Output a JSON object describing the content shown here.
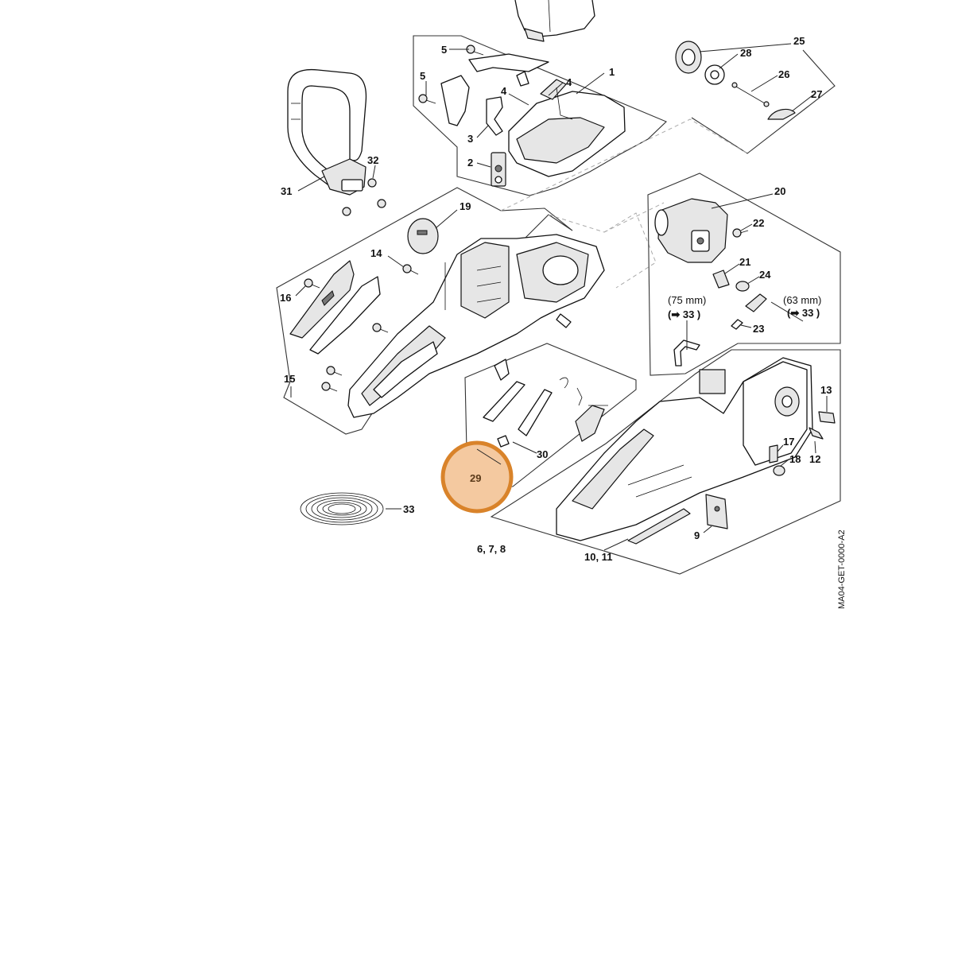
{
  "callouts": [
    {
      "id": "1",
      "text": "1"
    },
    {
      "id": "2",
      "text": "2"
    },
    {
      "id": "3",
      "text": "3"
    },
    {
      "id": "4a",
      "text": "4"
    },
    {
      "id": "4b",
      "text": "4"
    },
    {
      "id": "5a",
      "text": "5"
    },
    {
      "id": "5b",
      "text": "5"
    },
    {
      "id": "6-8",
      "text": "6, 7, 8"
    },
    {
      "id": "9",
      "text": "9"
    },
    {
      "id": "10-11",
      "text": "10, 11"
    },
    {
      "id": "12",
      "text": "12"
    },
    {
      "id": "13",
      "text": "13"
    },
    {
      "id": "14",
      "text": "14"
    },
    {
      "id": "15",
      "text": "15"
    },
    {
      "id": "16",
      "text": "16"
    },
    {
      "id": "17",
      "text": "17"
    },
    {
      "id": "18",
      "text": "18"
    },
    {
      "id": "19",
      "text": "19"
    },
    {
      "id": "20",
      "text": "20"
    },
    {
      "id": "21",
      "text": "21"
    },
    {
      "id": "22",
      "text": "22"
    },
    {
      "id": "23",
      "text": "23"
    },
    {
      "id": "24",
      "text": "24"
    },
    {
      "id": "25",
      "text": "25"
    },
    {
      "id": "26",
      "text": "26"
    },
    {
      "id": "27",
      "text": "27"
    },
    {
      "id": "28",
      "text": "28"
    },
    {
      "id": "29",
      "text": "29"
    },
    {
      "id": "30",
      "text": "30"
    },
    {
      "id": "31",
      "text": "31"
    },
    {
      "id": "32",
      "text": "32"
    },
    {
      "id": "33",
      "text": "33"
    }
  ],
  "notes": {
    "size_75": "(75 mm)",
    "ref_75": "(➡ 33 )",
    "size_63": "(63 mm)",
    "ref_63": "(➡ 33 )"
  },
  "drawing_id": "MA04-GET-0000-A2",
  "highlight": {
    "callout": "29",
    "color": "#f4c9a0",
    "ring_color": "#d9832a"
  }
}
